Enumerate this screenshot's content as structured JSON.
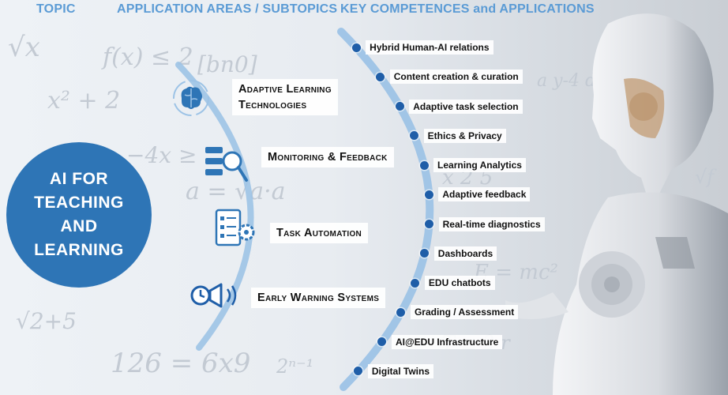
{
  "headers": {
    "topic": "TOPIC",
    "areas": "APPLICATION AREAS / SUBTOPICS",
    "competences": "KEY COMPETENCES and APPLICATIONS"
  },
  "topic": {
    "label": "AI FOR\nTEACHING\nAND\nLEARNING"
  },
  "subtopics": [
    {
      "label": "Adaptive Learning\nTechnologies",
      "icon": "brain-icon"
    },
    {
      "label": "Monitoring & Feedback",
      "icon": "magnifier-monitoring-icon"
    },
    {
      "label": "Task Automation",
      "icon": "checklist-gear-icon"
    },
    {
      "label": "Early Warning Systems",
      "icon": "megaphone-clock-icon"
    }
  ],
  "competences": [
    "Hybrid Human-AI relations",
    "Content creation & curation",
    "Adaptive task selection",
    "Ethics & Privacy",
    "Learning Analytics",
    "Adaptive feedback",
    "Real-time  diagnostics",
    "Dashboards",
    "EDU chatbots",
    "Grading / Assessment",
    "AI@EDU Infrastructure",
    "Digital Twins"
  ],
  "colors": {
    "primary": "#2e75b6",
    "arc": "#9dc3e6",
    "dot": "#1f5ea8",
    "header": "#5b9bd5"
  }
}
